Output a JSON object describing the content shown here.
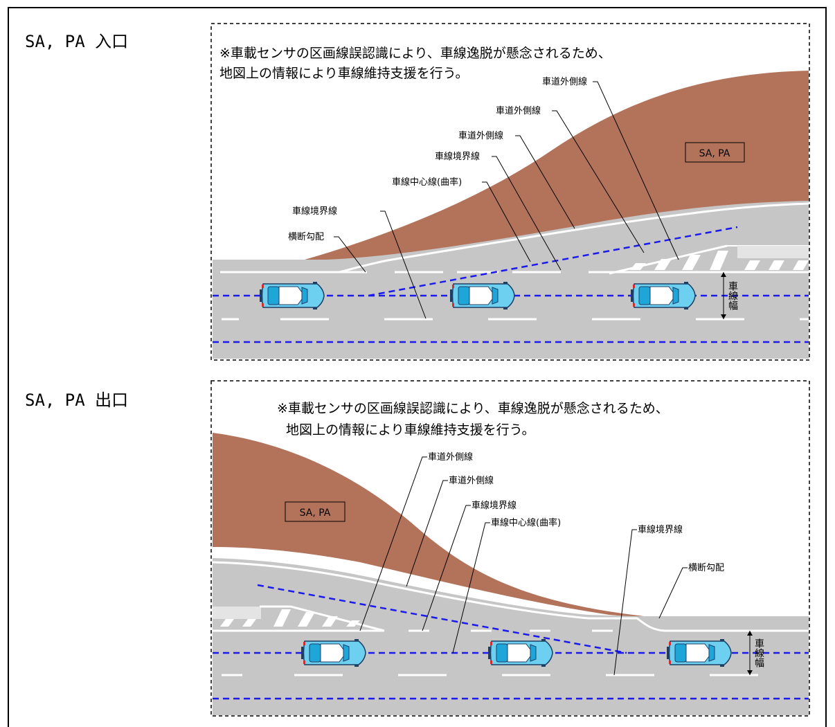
{
  "sections": [
    {
      "title": "SA, PA 入口",
      "note_line1": "※車載センサの区画線誤認識により、車線逸脱が懸念されるため、",
      "note_line2": "地図上の情報により車線維持支援を行う。",
      "area_label": "SA, PA",
      "lane_width_label": "車線幅",
      "labels": [
        "車道外側線",
        "車道外側線",
        "車道外側線",
        "車線境界線",
        "車線中心線(曲率)",
        "車線境界線",
        "横断勾配"
      ]
    },
    {
      "title": "SA, PA 出口",
      "note_line1": "※車載センサの区画線誤認識により、車線逸脱が懸念されるため、",
      "note_line2": "地図上の情報により車線維持支援を行う。",
      "area_label": "SA, PA",
      "lane_width_label": "車線幅",
      "labels": [
        "車道外側線",
        "車道外側線",
        "車線境界線",
        "車線中心線(曲率)",
        "車線境界線",
        "横断勾配"
      ]
    }
  ],
  "colors": {
    "road": "#c6c6c6",
    "service_area": "#b3735b",
    "lane_guide": "#1a1aee",
    "car_body": "#6ed0f0"
  }
}
